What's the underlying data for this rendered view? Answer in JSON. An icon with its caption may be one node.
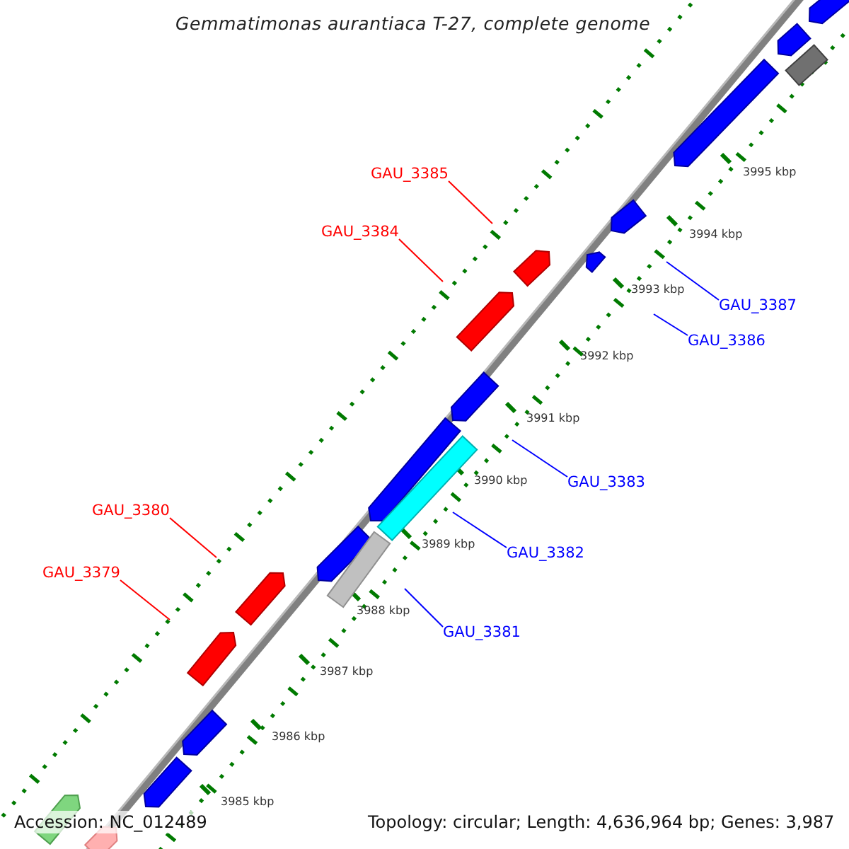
{
  "diagram": {
    "title": "Gemmatimonas aurantiaca T-27, complete genome",
    "nodes": [
      {
        "text": [
          "GAU_3385"
        ]
      },
      {
        "text": [
          "GAU_3384"
        ]
      },
      {
        "text": [
          "GAU_3387"
        ]
      },
      {
        "text": [
          "GAU_3386"
        ]
      },
      {
        "text": [
          "GAU_3383"
        ]
      },
      {
        "text": [
          "GAU_3382"
        ]
      },
      {
        "text": [
          "GAU_3380"
        ]
      },
      {
        "text": [
          "GAU_3379"
        ]
      },
      {
        "text": [
          "GAU_3381"
        ]
      }
    ],
    "edges": [
      {
        "from": 0,
        "to": null,
        "arrow": "none",
        "color": "#ff0000"
      },
      {
        "from": 1,
        "to": null,
        "arrow": "none",
        "color": "#ff0000"
      },
      {
        "from": 2,
        "to": null,
        "arrow": "none"
      },
      {
        "from": 3,
        "to": null,
        "arrow": "none"
      },
      {
        "from": 4,
        "to": null,
        "arrow": "none"
      },
      {
        "from": 5,
        "to": null,
        "arrow": "none"
      },
      {
        "from": 6,
        "to": null,
        "arrow": "none",
        "color": "#ff0000"
      },
      {
        "from": 7,
        "to": null,
        "arrow": "none",
        "color": "#ff0000"
      },
      {
        "from": 8,
        "to": null,
        "arrow": "none"
      }
    ],
    "labels": [
      "3995 kbp",
      "3994 kbp",
      "3993 kbp",
      "3992 kbp",
      "3991 kbp",
      "3990 kbp",
      "3989 kbp",
      "3988 kbp",
      "3987 kbp",
      "3986 kbp",
      "3985 kbp",
      "Accession: NC_012489",
      "Topology: circular; Length: 4,636,964 bp; Genes: 3,987"
    ]
  }
}
